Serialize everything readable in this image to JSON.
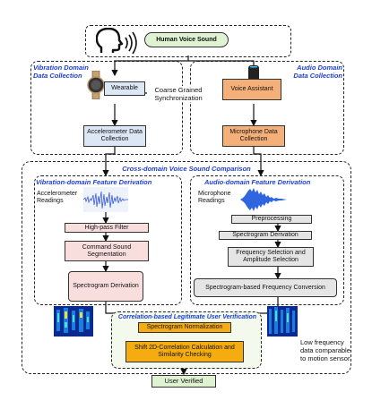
{
  "source": {
    "voice_label": "Human Voice Sound"
  },
  "vibration_collection": {
    "title": "Vibration Domain Data Collection",
    "device": "Wearable",
    "collect": "Accelerometer Data Collection"
  },
  "audio_collection": {
    "title": "Audio Domain Data Collection",
    "device": "Voice Assistant",
    "collect": "Microphone Data Collection"
  },
  "sync_label": "Coarse Grained Synchronization",
  "comparison_title": "Cross-domain Voice Sound Comparison",
  "vibration_derivation": {
    "title": "Vibration-domain Feature Derivation",
    "readings": "Accelerometer Readings",
    "steps": [
      "High-pass Filter",
      "Command Sound Segmentation",
      "Spectrogram Derivation"
    ]
  },
  "audio_derivation": {
    "title": "Audio-domain Feature Derivation",
    "readings": "Microphone Readings",
    "steps": [
      "Preprocessing",
      "Spectrogram Derivation",
      "Frequency Selection and Amplitude Selection",
      "Spectrogram-based Frequency Conversion"
    ]
  },
  "verification": {
    "title": "Correlation-based Legitimate User Verification",
    "steps": [
      "Spectrogram Normalization",
      "Shift 2D-Correlation Calculation and Similarity Checking"
    ]
  },
  "low_freq_note": "Low frequency data comparable to motion sensor",
  "result": "User Verified"
}
